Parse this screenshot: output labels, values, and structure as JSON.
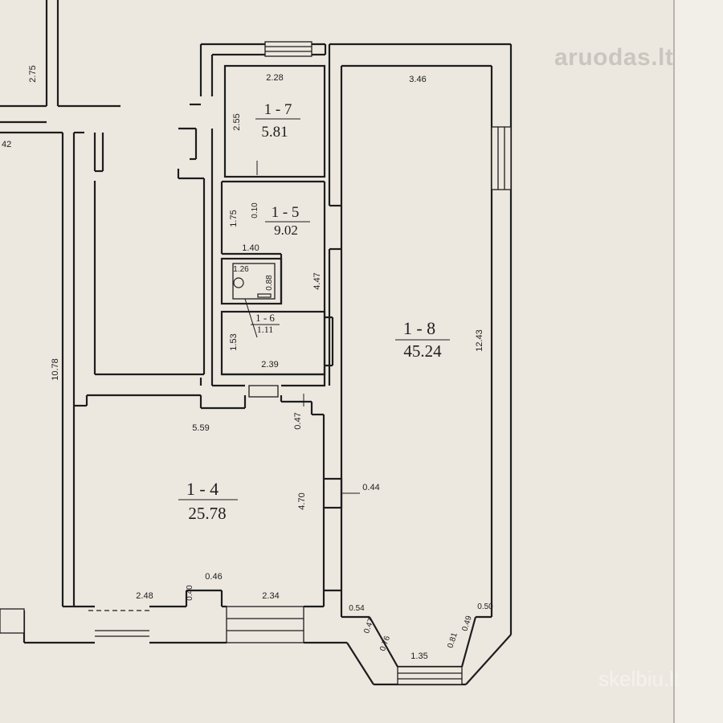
{
  "rooms": [
    {
      "id": "1 - 7",
      "area": "5.81"
    },
    {
      "id": "1 - 5",
      "area": "9.02"
    },
    {
      "id": "1 - 6",
      "area": "1.11"
    },
    {
      "id": "1 - 8",
      "area": "45.24"
    },
    {
      "id": "1 - 4",
      "area": "25.78"
    }
  ],
  "dimensions": [
    "2.75",
    "42",
    "10.78",
    "2.28",
    "2.55",
    "3.46",
    "1.75",
    "0.10",
    "1.40",
    "1.26",
    "0.88",
    "4.47",
    "1.53",
    "2.39",
    "12.43",
    "0.47",
    "5.59",
    "4.70",
    "0.44",
    "2.48",
    "0.40",
    "0.46",
    "2.34",
    "0.54",
    "0.47",
    "0.76",
    "1.35",
    "0.81",
    "0.49",
    "0.50"
  ],
  "watermarks": {
    "top": "aruodas.lt",
    "bottom": "skelbiu.lt"
  },
  "colors": {
    "paper": "#ede8df",
    "line": "#1d1d1f",
    "watermark": "#c9c6c0"
  }
}
